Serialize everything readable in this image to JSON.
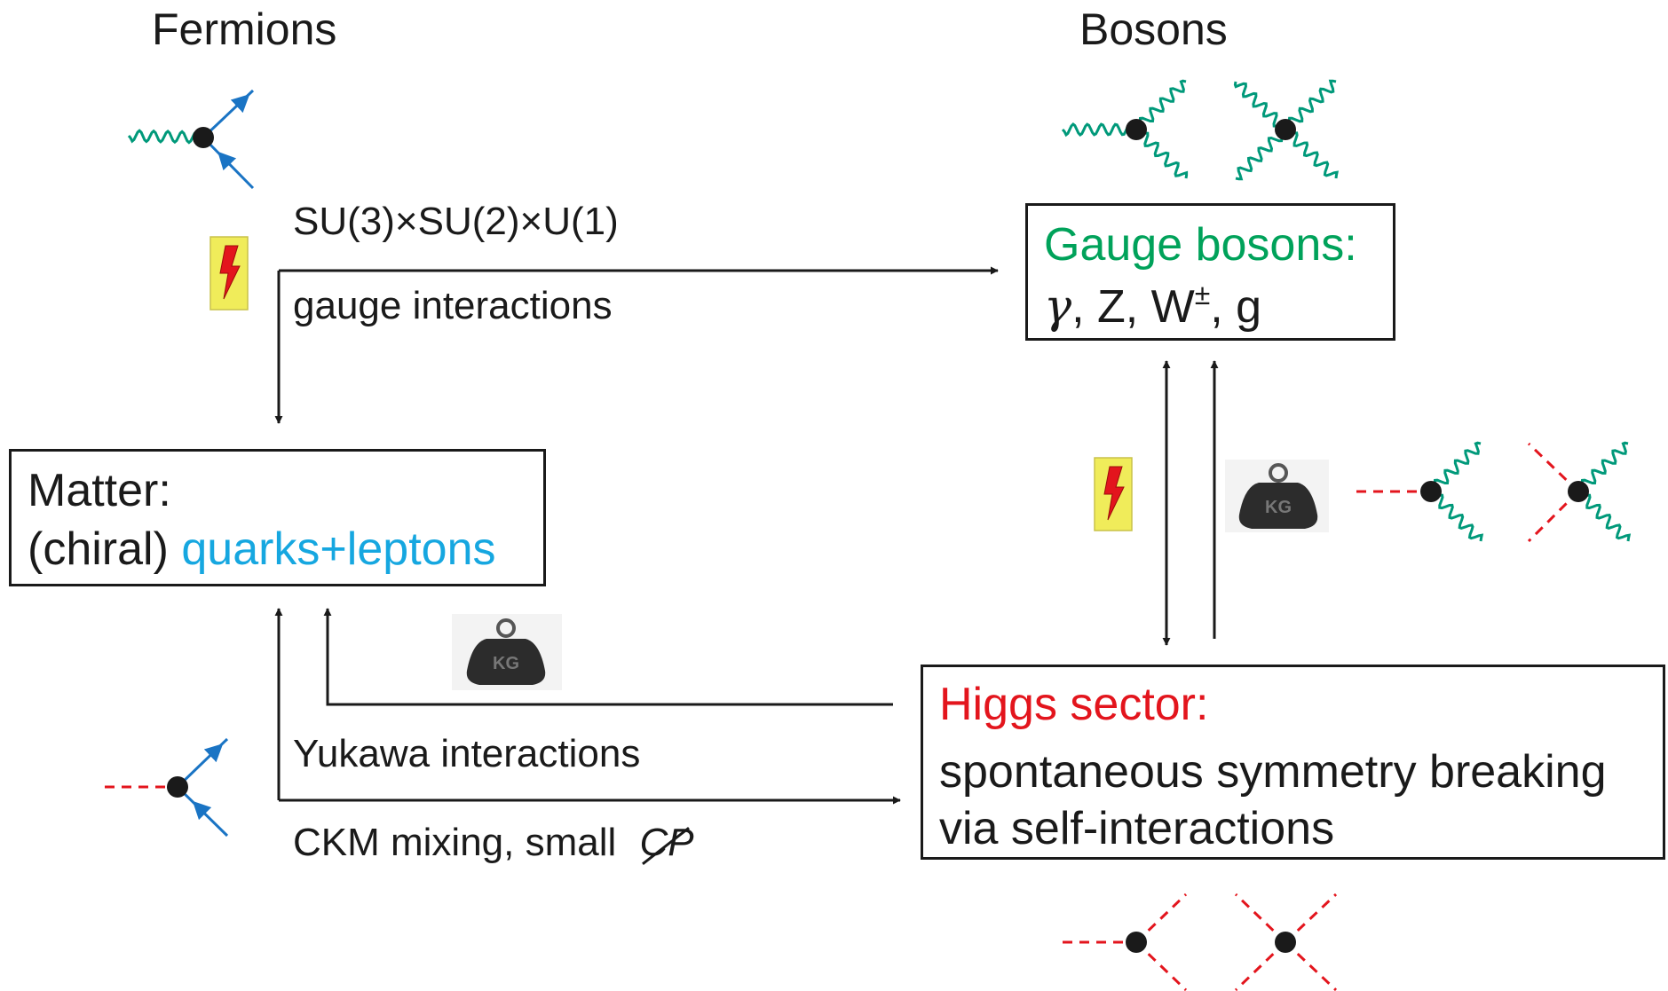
{
  "headings": {
    "fermions": "Fermions",
    "bosons": "Bosons"
  },
  "labels": {
    "gauge_group": "SU(3)×SU(2)×U(1)",
    "gauge_interactions": "gauge interactions",
    "yukawa_interactions": "Yukawa interactions",
    "ckm_mixing": "CKM mixing, small",
    "cp": "CP"
  },
  "matter_box": {
    "title": "Matter:",
    "prefix": "(chiral)",
    "highlight": "quarks+leptons"
  },
  "gauge_box": {
    "title": "Gauge bosons:",
    "gamma": "γ",
    "rest": ", Z, W",
    "pm": "±",
    "tail": ", g"
  },
  "higgs_box": {
    "title": "Higgs sector:",
    "line1": "spontaneous symmetry breaking",
    "line2": "via self-interactions"
  },
  "icons": {
    "weight_text": "KG",
    "lightning": "lightning-icon",
    "weight": "weight-icon"
  },
  "colors": {
    "fermion_line": "#1a74c4",
    "gauge_line": "#00997a",
    "higgs_line": "#e3151d",
    "warning_bg": "#f0ec5a",
    "arrow": "#1a1a1a",
    "weight": "#2c2c2c"
  }
}
